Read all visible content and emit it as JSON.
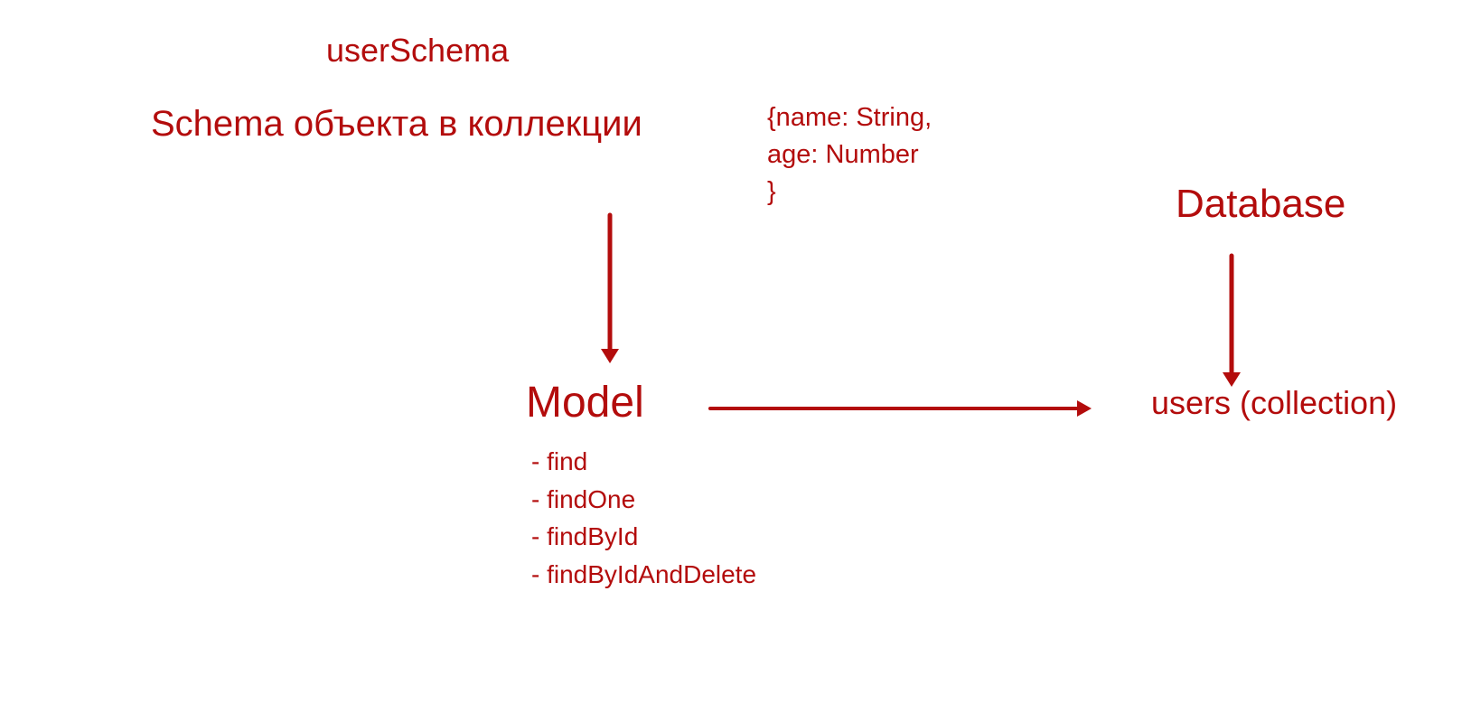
{
  "colors": {
    "accent": "#b30c0c",
    "background": "#ffffff"
  },
  "schema": {
    "name": "userSchema",
    "description": "Schema объекта в коллекции",
    "fields": "{name: String,\nage: Number\n}"
  },
  "database": {
    "label": "Database",
    "collection": "users (collection)"
  },
  "model": {
    "label": "Model",
    "methods": [
      "- find",
      "- findOne",
      "- findById",
      "- findByIdAndDelete"
    ]
  }
}
